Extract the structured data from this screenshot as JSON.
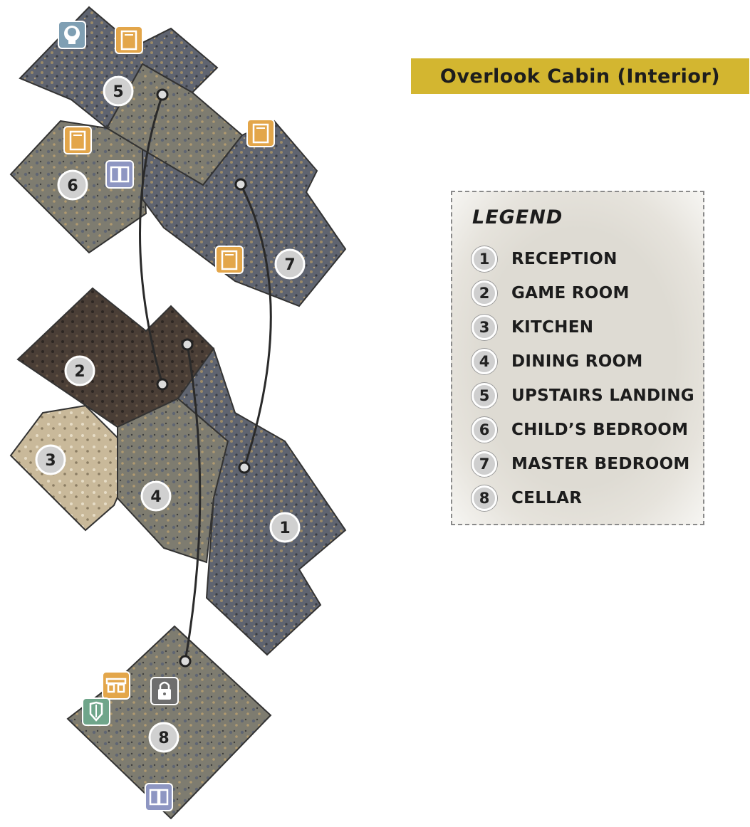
{
  "title": "Overlook Cabin (Interior)",
  "legend": {
    "heading": "LEGEND",
    "items": [
      {
        "number": "1",
        "label": "RECEPTION"
      },
      {
        "number": "2",
        "label": "GAME ROOM"
      },
      {
        "number": "3",
        "label": "KITCHEN"
      },
      {
        "number": "4",
        "label": "DINING ROOM"
      },
      {
        "number": "5",
        "label": "UPSTAIRS LANDING"
      },
      {
        "number": "6",
        "label": "CHILD’S BEDROOM"
      },
      {
        "number": "7",
        "label": "MASTER BEDROOM"
      },
      {
        "number": "8",
        "label": "CELLAR"
      }
    ]
  },
  "map": {
    "room_markers": [
      "1",
      "2",
      "3",
      "4",
      "5",
      "6",
      "7",
      "8"
    ],
    "icons": [
      {
        "type": "bobblehead-icon",
        "color": "#7f9fb3"
      },
      {
        "type": "door-icon",
        "color": "#e3a64a"
      },
      {
        "type": "door-icon",
        "color": "#e3a64a"
      },
      {
        "type": "door-icon",
        "color": "#e3a64a"
      },
      {
        "type": "door-icon",
        "color": "#e3a64a"
      },
      {
        "type": "book-icon",
        "color": "#8e96c2"
      },
      {
        "type": "book-icon",
        "color": "#8e96c2"
      },
      {
        "type": "workbench-icon",
        "color": "#e3a64a"
      },
      {
        "type": "armor-icon",
        "color": "#6fa58a"
      },
      {
        "type": "lock-icon",
        "color": "#6e6e6e"
      }
    ]
  },
  "colors": {
    "title_banner": "#d3b630",
    "map_dark": "#5b5e66",
    "map_mid": "#8c8775",
    "map_light": "#c8b89a",
    "connector": "#2a2a2a"
  }
}
